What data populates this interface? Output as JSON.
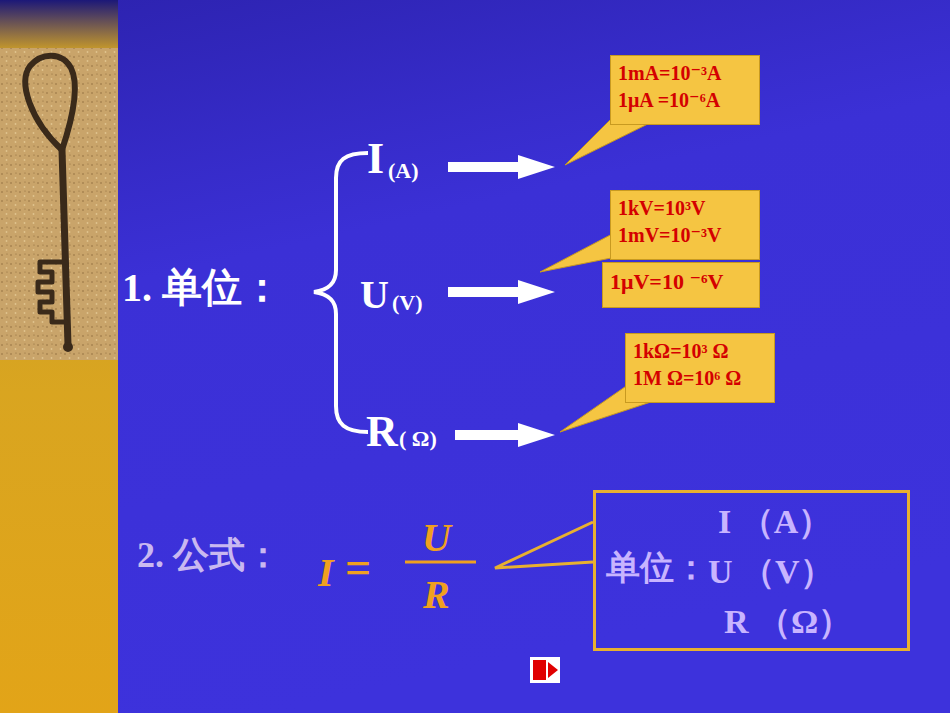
{
  "diagram": {
    "nodes": [
      {
        "text": [
          "1mA=10⁻³A",
          "1μA =10⁻⁶A"
        ]
      },
      {
        "text": [
          "1kV=10³V",
          "1mV=10⁻³V"
        ]
      },
      {
        "text": [
          "1μV=10 ⁻⁶V"
        ]
      },
      {
        "text": [
          "1kΩ=10³ Ω",
          "1M Ω=10⁶ Ω"
        ]
      },
      {
        "text": [
          "单位：",
          "I （A）",
          "U （V）",
          "R （Ω）"
        ]
      }
    ],
    "labels": [
      "1. 单位：",
      "I",
      "(A)",
      "U",
      "(V)",
      "R",
      "( Ω)",
      "2. 公式：",
      "I",
      "=",
      "U",
      "R"
    ]
  }
}
